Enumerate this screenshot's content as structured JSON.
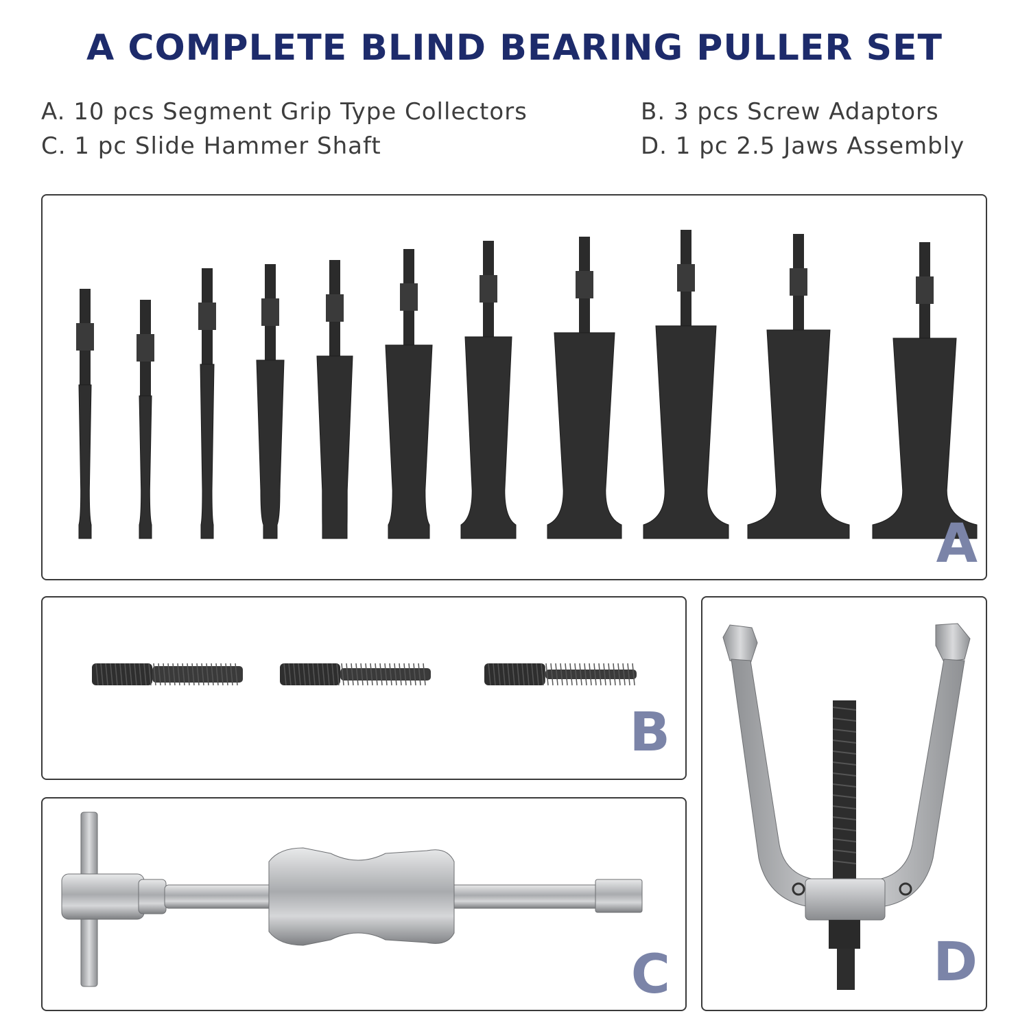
{
  "title": "A COMPLETE BLIND BEARING PULLER SET",
  "items": {
    "a": "A. 10 pcs Segment Grip Type Collectors",
    "b": "B. 3 pcs Screw Adaptors",
    "c": "C. 1 pc Slide Hammer Shaft",
    "d": "D. 1 pc 2.5 Jaws Assembly"
  },
  "panels": {
    "a_label": "A",
    "b_label": "B",
    "c_label": "C",
    "d_label": "D"
  },
  "colors": {
    "title": "#1d2b6b",
    "panel_letter": "#7b84a8",
    "dark_steel": "#2b2b2b",
    "chrome": "#b9bbbe"
  },
  "icons": {
    "a": "collector-tool-icon",
    "b": "screw-adaptor-icon",
    "c": "slide-hammer-icon",
    "d": "jaws-assembly-icon"
  }
}
